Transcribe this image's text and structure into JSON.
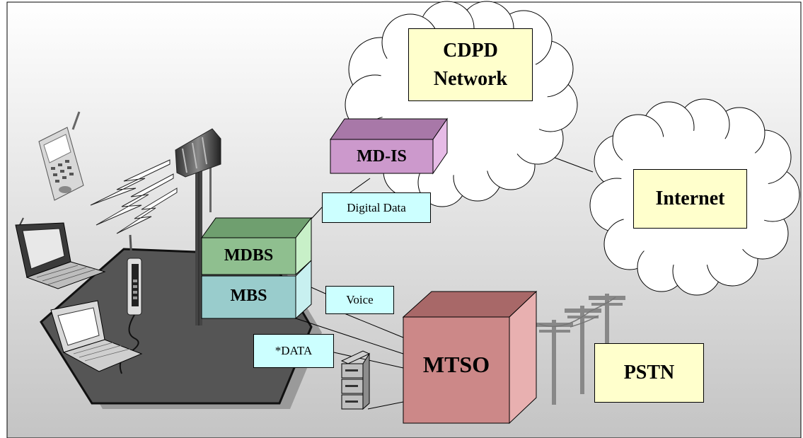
{
  "network": {
    "cdpd_line1": "CDPD",
    "cdpd_line2": "Network",
    "internet": "Internet",
    "pstn": "PSTN"
  },
  "equipment": {
    "md_is": "MD-IS",
    "mdbs": "MDBS",
    "mbs": "MBS",
    "mtso": "MTSO"
  },
  "links": {
    "digital_data": "Digital Data",
    "voice": "Voice",
    "data": "*DATA"
  },
  "colors": {
    "md_is_front": "#cc99cc",
    "md_is_top": "#a878a8",
    "md_is_side": "#e6bbe6",
    "mdbs_front": "#8fbf8f",
    "mdbs_top": "#6f9f6f",
    "mdbs_side": "#c8f0c8",
    "mbs_front": "#99cccc",
    "mbs_top": "#6fa8a8",
    "mbs_side": "#c8f0f0",
    "mtso_front": "#cc8888",
    "mtso_top": "#a86868",
    "mtso_side": "#e8b0b0",
    "label_yellow": "#ffffcc",
    "label_cyan": "#ccffff",
    "cell_floor": "#555555"
  }
}
